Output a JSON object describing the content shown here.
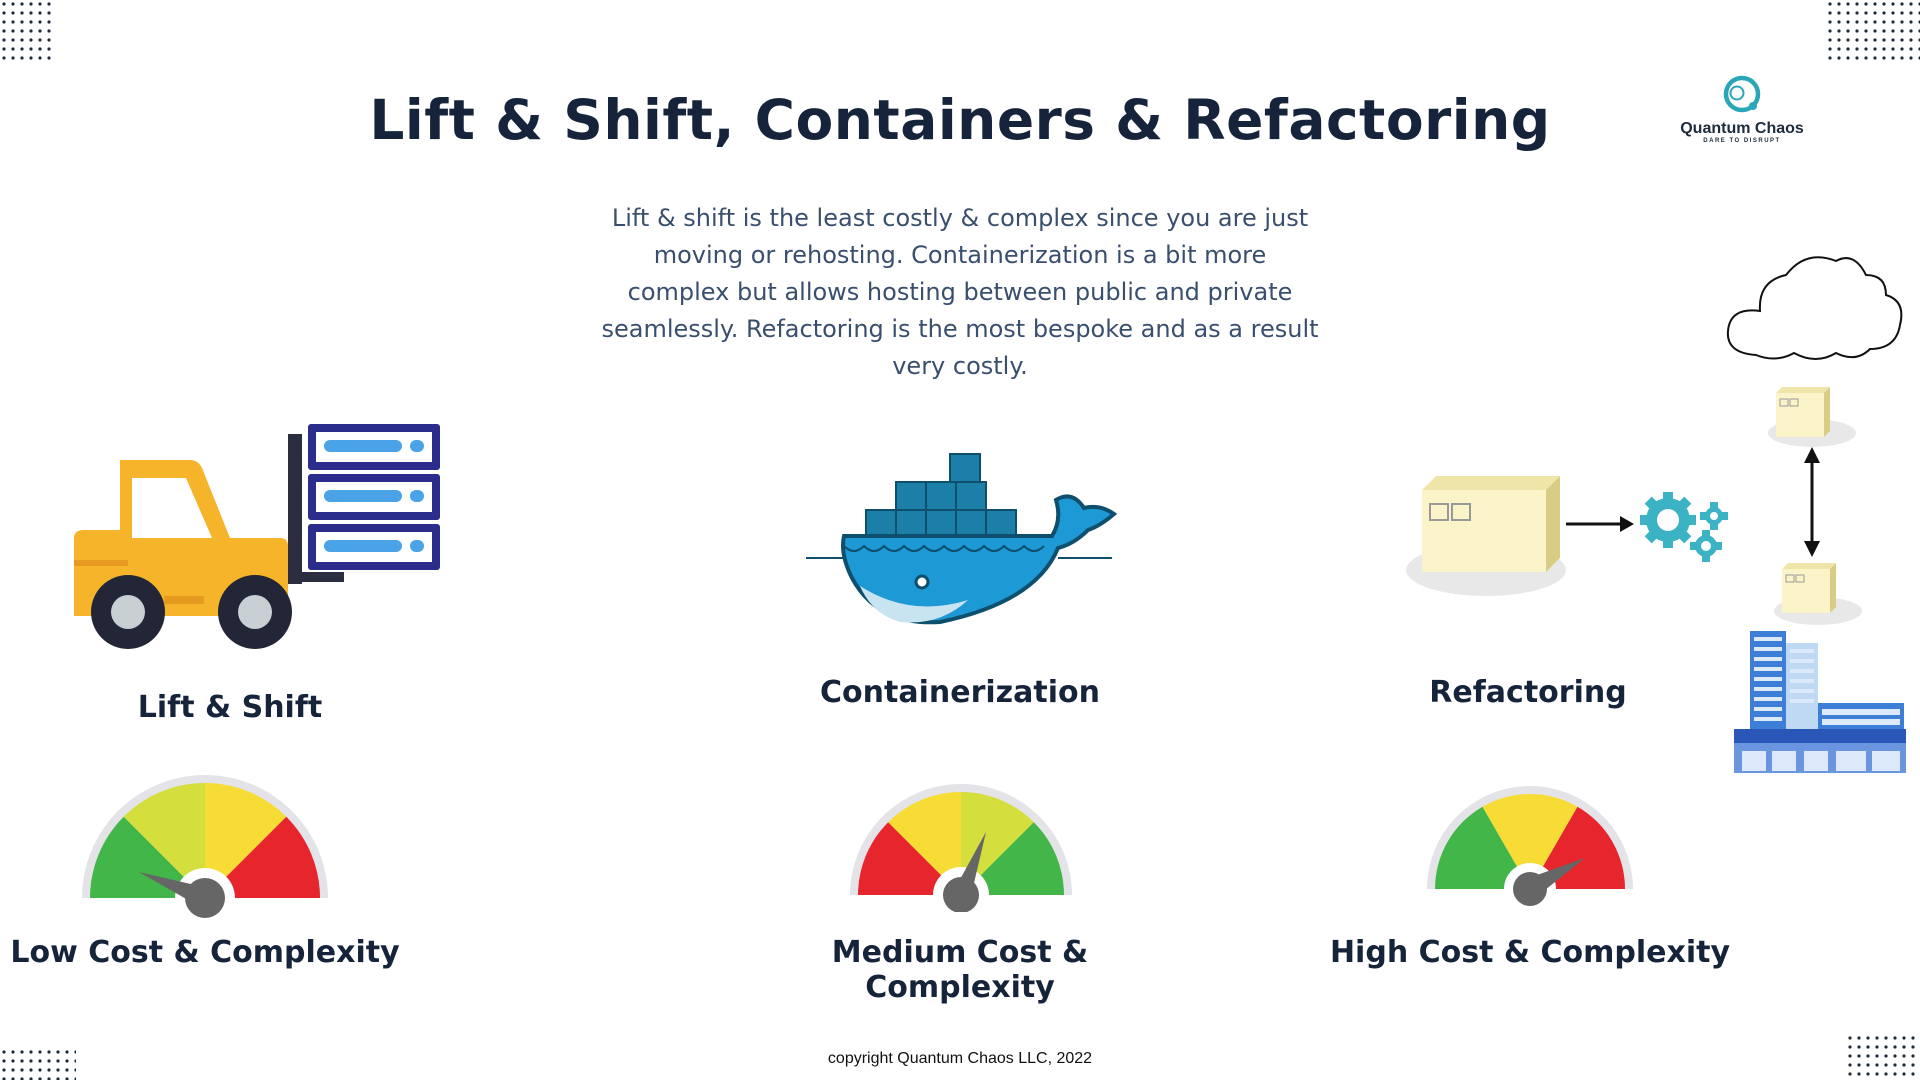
{
  "slide": {
    "title": "Lift & Shift, Containers & Refactoring",
    "description": "Lift & shift is the least costly & complex since you are just moving or rehosting. Containerization is a bit more complex but allows hosting between public and private seamlessly. Refactoring is the most bespoke and as a result very costly.",
    "footer": "copyright Quantum Chaos LLC, 2022"
  },
  "logo": {
    "name": "Quantum Chaos",
    "tagline": "DARE TO DISRUPT",
    "icon": "quantum-chaos-logo-icon"
  },
  "approaches": [
    {
      "label": "Lift & Shift",
      "icon": "forklift-server-icon",
      "gauge_label": "Low Cost & Complexity",
      "gauge_level": "low"
    },
    {
      "label": "Containerization",
      "icon": "docker-whale-icon",
      "gauge_label": "Medium Cost & Complexity",
      "gauge_level": "medium"
    },
    {
      "label": "Refactoring",
      "icon": "box-to-gears-icon",
      "gauge_label": "High Cost & Complexity",
      "gauge_level": "high"
    }
  ],
  "colors": {
    "title": "#16243b",
    "description": "#3a4f6e",
    "gauge_green": "#43b649",
    "gauge_lime": "#d4de3c",
    "gauge_yellow": "#f7dc35",
    "gauge_red": "#e7252d",
    "needle": "#666666"
  }
}
